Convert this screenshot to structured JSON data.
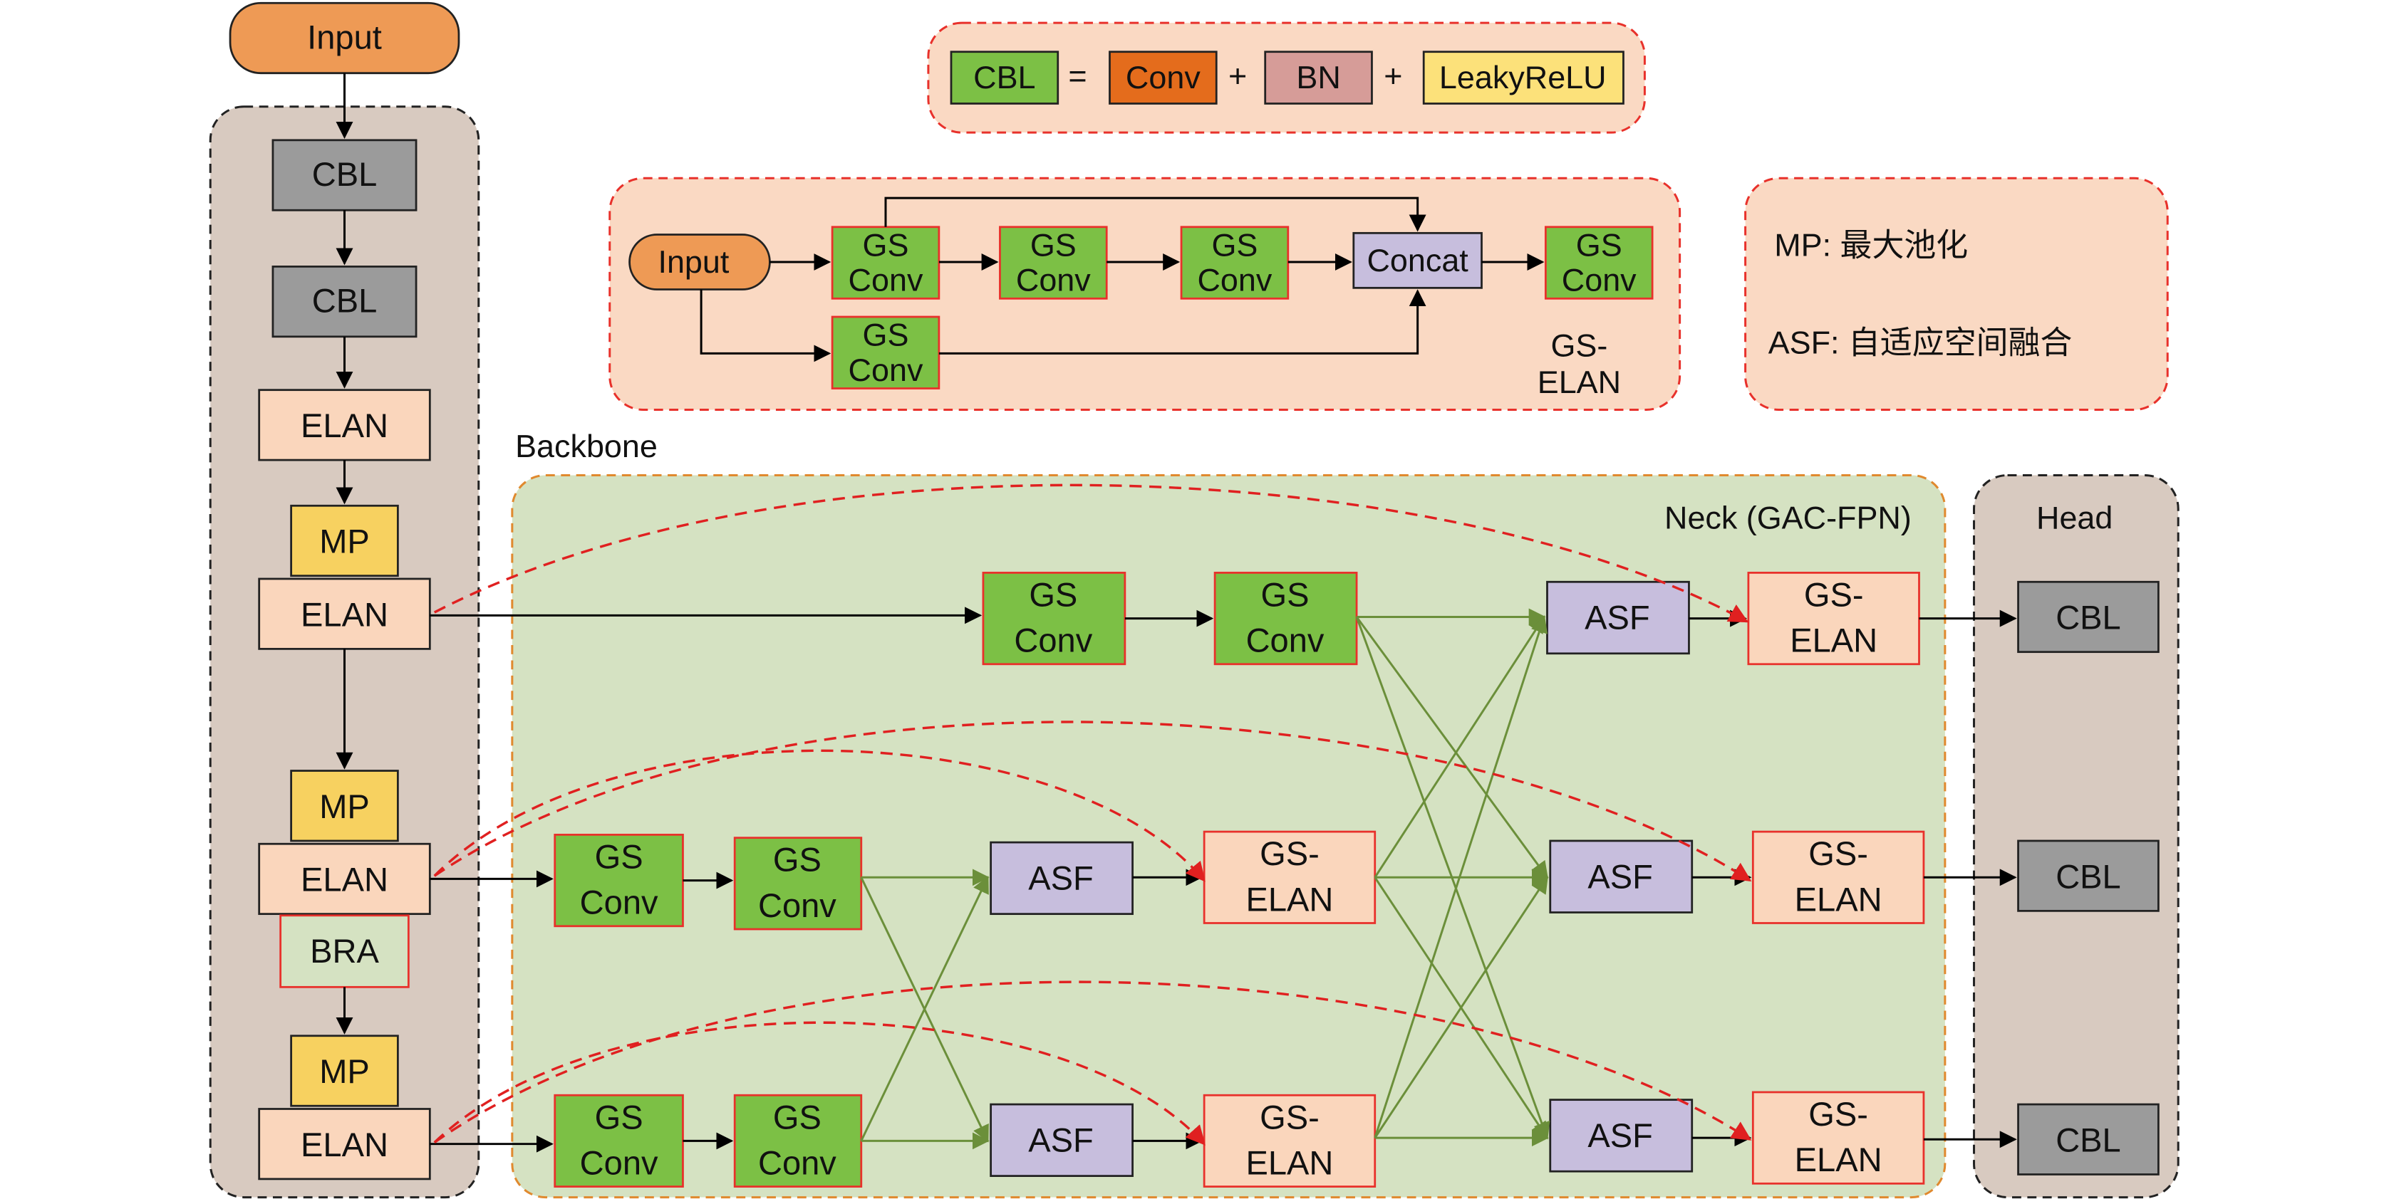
{
  "labels": {
    "input": "Input",
    "cbl": "CBL",
    "elan": "ELAN",
    "mp": "MP",
    "bra": "BRA",
    "gs": "GS",
    "conv": "Conv",
    "gs_dash": "GS-",
    "asf": "ASF",
    "concat": "Concat"
  },
  "legend": {
    "cbl": "CBL",
    "eq": "=",
    "conv": "Conv",
    "plus1": "+",
    "bn": "BN",
    "plus2": "+",
    "leaky": "LeakyReLU"
  },
  "notes": {
    "mp": "MP: 最大池化",
    "asf": "ASF: 自适应空间融合"
  },
  "gs_elan_block": {
    "title_line1": "GS-",
    "title_line2": "ELAN"
  },
  "sections": {
    "backbone": "Backbone",
    "neck": "Neck (GAC-FPN)",
    "head": "Head"
  },
  "colors": {
    "input": "#ee9a55",
    "cbl_gray": "#9b9b9b",
    "elan": "#fad6bc",
    "mp": "#f7d160",
    "gsconv": "#7cc045",
    "asf": "#c7bedd",
    "backbone_bg": "#d8cac0",
    "neck_bg": "#d5e2c2",
    "head_bg": "#d8cac0",
    "legend_bg": "#fad9c3",
    "box_border_red": "#e8312b",
    "legend_conv": "#e46c1c",
    "legend_bn": "#d69c98",
    "legend_leaky": "#fce17a",
    "arrow_green": "#6b8f3a",
    "arrow_red": "#e02020"
  }
}
